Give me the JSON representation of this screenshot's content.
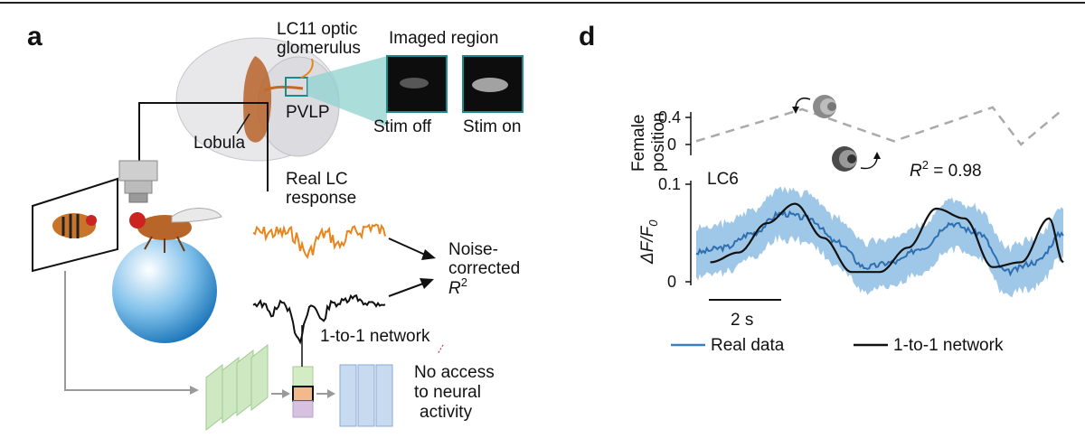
{
  "panel_a": {
    "letter": "a",
    "glomerulus_label_line1": "LC11 optic",
    "glomerulus_label_line2": "glomerulus",
    "imaged_region": "Imaged region",
    "pvlp": "PVLP",
    "lobula": "Lobula",
    "stim_off": "Stim off",
    "stim_on": "Stim on",
    "real_response_line1": "Real LC",
    "real_response_line2": "response",
    "noise_line1": "Noise-",
    "noise_line2": "corrected",
    "r2": "R",
    "r2_sup": "2",
    "network_label": "1-to-1 network",
    "no_access_line1": "No access",
    "no_access_line2": "to neural",
    "no_access_line3": "activity",
    "colors": {
      "orange": "#e8851c",
      "black": "#111111",
      "teal": "#8fd3cf",
      "ball": "#2a8fd0"
    }
  },
  "panel_d": {
    "letter": "d",
    "female_axis_line1": "Female",
    "female_axis_line2": "position",
    "female_ticks": [
      "0.4",
      "0"
    ],
    "df_axis": "ΔF/F",
    "df_axis_sub": "0",
    "df_ticks": [
      "0.1",
      "0"
    ],
    "cell_label": "LC6",
    "r2_label": "R",
    "r2_sup": "2",
    "r2_value": " = 0.98",
    "scalebar_label": "2 s",
    "legend": [
      {
        "label": "Real data",
        "color": "#3a7fc0"
      },
      {
        "label": "1-to-1 network",
        "color": "#111111"
      }
    ]
  },
  "chart_data": [
    {
      "type": "line",
      "title": "",
      "ylabel": "Female position",
      "yticks": [
        0,
        0.4
      ],
      "series": [
        {
          "color": "#aaaaaa",
          "style": "dashed",
          "t": [
            0,
            3.0,
            5.6,
            8.4,
            9.2,
            10.3
          ],
          "values": [
            0.05,
            0.52,
            0.05,
            0.55,
            0.0,
            0.48
          ]
        }
      ]
    },
    {
      "type": "line",
      "title": "",
      "ylabel": "ΔF/F0",
      "ylim": [
        0,
        0.1
      ],
      "yticks": [
        0,
        0.1
      ],
      "series": [
        {
          "name": "Real data",
          "color": "#3a7fc0",
          "t": [
            0,
            0.8,
            1.6,
            2.4,
            3.2,
            4.0,
            4.8,
            5.6,
            6.4,
            7.2,
            8.0,
            8.8,
            9.6,
            10.4
          ],
          "values": [
            0.03,
            0.035,
            0.05,
            0.07,
            0.065,
            0.04,
            0.015,
            0.02,
            0.035,
            0.06,
            0.05,
            0.01,
            0.02,
            0.05
          ],
          "band": 0.025
        },
        {
          "name": "1-to-1 network",
          "color": "#111111",
          "t": [
            0.4,
            1.2,
            2.0,
            2.8,
            3.6,
            4.4,
            5.2,
            6.0,
            6.8,
            7.6,
            8.4,
            9.2,
            10.0,
            10.4
          ],
          "values": [
            0.02,
            0.03,
            0.06,
            0.08,
            0.045,
            0.01,
            0.01,
            0.035,
            0.075,
            0.065,
            0.015,
            0.02,
            0.065,
            0.02
          ]
        }
      ]
    }
  ]
}
